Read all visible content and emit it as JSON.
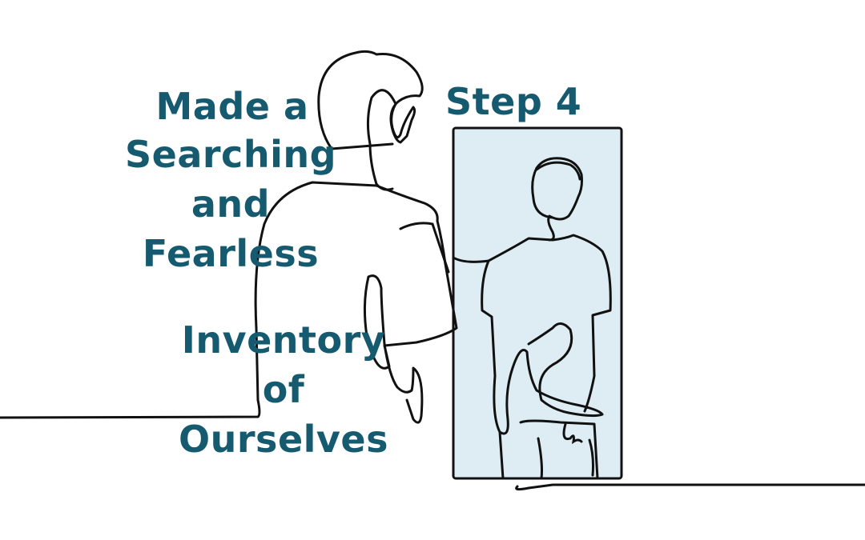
{
  "heading": {
    "step": "Step 4",
    "lines": [
      "Made a",
      "Searching",
      "and",
      "Fearless",
      "Inventory",
      "of",
      "Ourselves"
    ]
  },
  "colors": {
    "text": "#155a6e",
    "line_art": "#111111",
    "mirror_fill": "#deedf4",
    "background": "#ffffff"
  },
  "illustration": {
    "subject": "one-line-drawing-man-looking-in-mirror"
  }
}
